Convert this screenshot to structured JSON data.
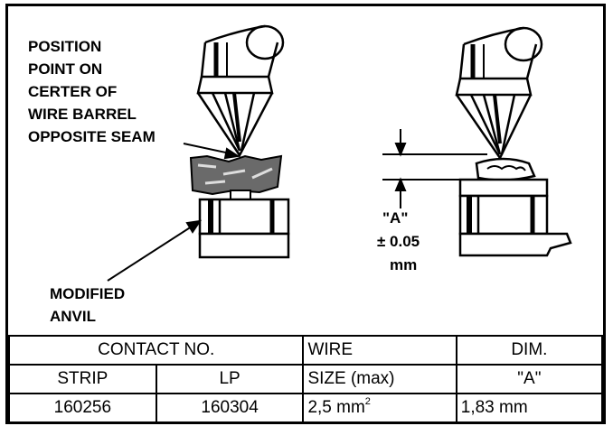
{
  "labels": {
    "position_note": [
      "POSITION",
      "POINT ON",
      "CERTER OF",
      "WIRE BARREL",
      "OPPOSITE SEAM"
    ],
    "anvil_note": [
      "MODIFIED",
      "ANVIL"
    ],
    "dim_label": "\"A\"",
    "tolerance": "± 0.05",
    "tolerance_unit": "mm"
  },
  "table": {
    "header1": {
      "contact_no": "CONTACT NO.",
      "wire": "WIRE",
      "dim": "DIM."
    },
    "header2": {
      "strip": "STRIP",
      "lp": "LP",
      "size": "SIZE (max)",
      "dim_a": "\"A\""
    },
    "row": {
      "strip": "160256",
      "lp": "160304",
      "wire_size": "2,5 mm",
      "wire_size_sup": "2",
      "dim_a": "1,83 mm"
    }
  }
}
